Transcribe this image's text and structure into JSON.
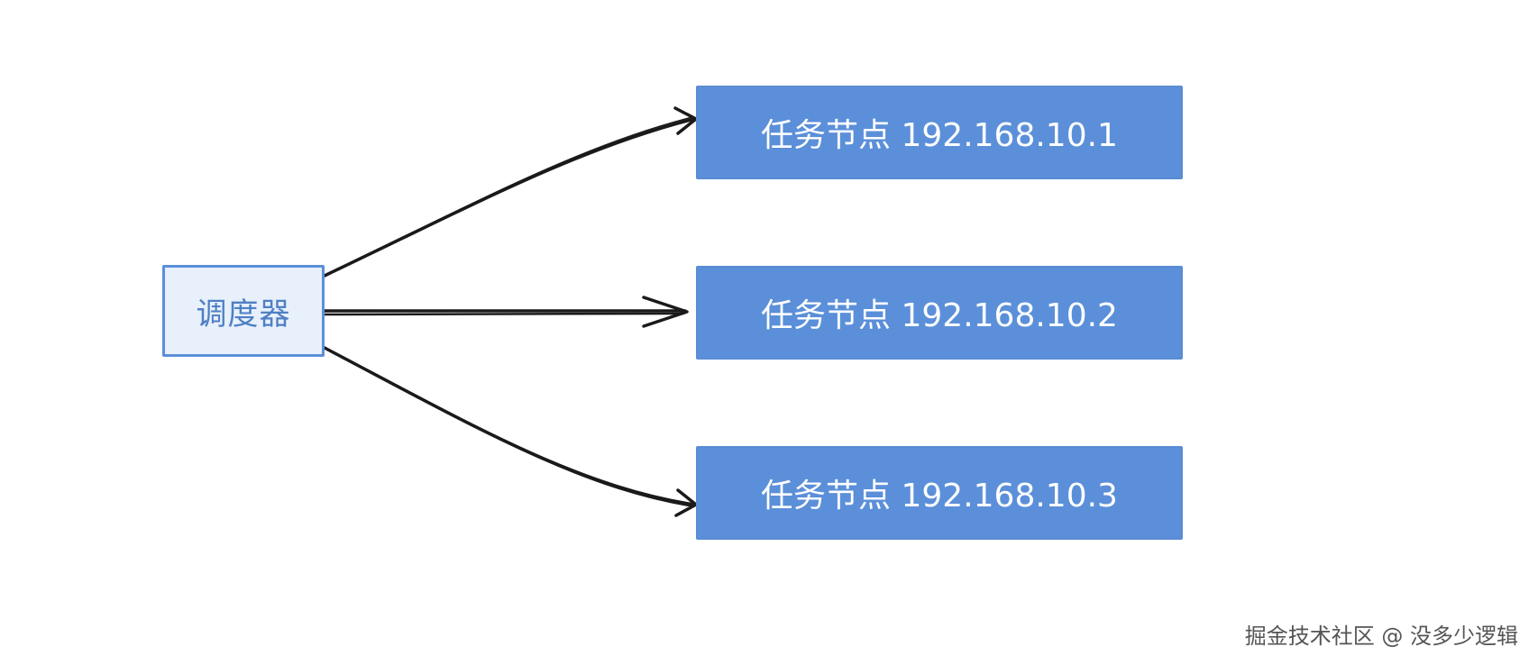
{
  "diagram": {
    "scheduler": {
      "label": "调度器"
    },
    "nodes": [
      {
        "label": "任务节点 192.168.10.1"
      },
      {
        "label": "任务节点 192.168.10.2"
      },
      {
        "label": "任务节点 192.168.10.3"
      }
    ],
    "colors": {
      "scheduler_fill": "#e7f0fb",
      "scheduler_stroke": "#5b8fd9",
      "scheduler_text": "#4f7fc4",
      "node_fill": "#5b8fd9",
      "node_text": "#ffffff",
      "arrow": "#1a1a1a"
    }
  },
  "watermark": {
    "text": "掘金技术社区 @ 没多少逻辑"
  }
}
